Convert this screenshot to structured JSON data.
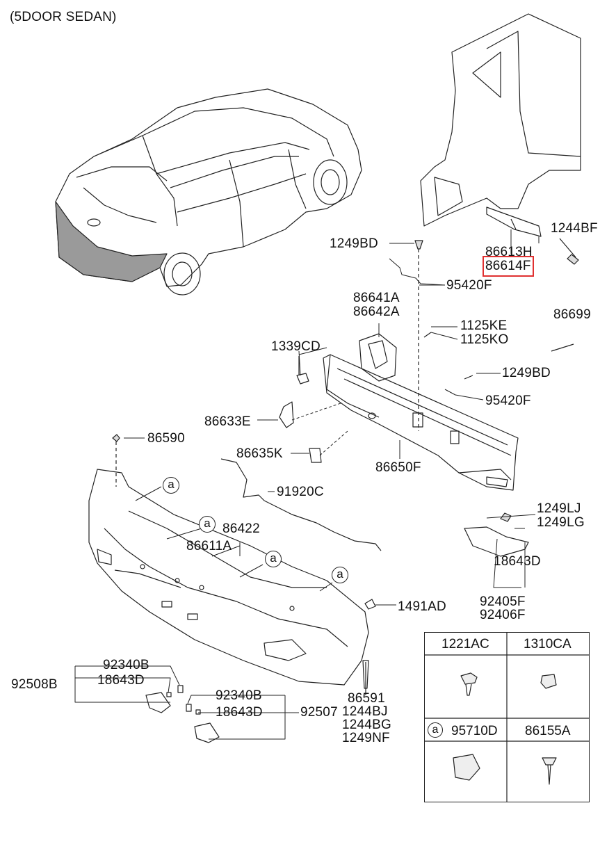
{
  "title": "(5DOOR SEDAN)",
  "parts": {
    "p1249BD_top": "1249BD",
    "p1244BF": "1244BF",
    "p86613H": "86613H",
    "p86614F": "86614F",
    "p95420F_top": "95420F",
    "p86641A": "86641A",
    "p86642A": "86642A",
    "p1125KE": "1125KE",
    "p1125KO": "1125KO",
    "p86699": "86699",
    "p1339CD": "1339CD",
    "p1249BD_mid": "1249BD",
    "p95420F_mid": "95420F",
    "p86633E": "86633E",
    "p86590": "86590",
    "p86635K": "86635K",
    "p86650F": "86650F",
    "p91920C": "91920C",
    "p1249LJ": "1249LJ",
    "p1249LG": "1249LG",
    "p86422": "86422",
    "p86611A": "86611A",
    "p18643D_right": "18643D",
    "p92405F": "92405F",
    "p92406F": "92406F",
    "p1491AD": "1491AD",
    "p92340B_a": "92340B",
    "p92508B": "92508B",
    "p18643D_a": "18643D",
    "p92340B_b": "92340B",
    "p18643D_b": "18643D",
    "p92507": "92507",
    "p86591": "86591",
    "p1244BJ": "1244BJ",
    "p1244BG": "1244BG",
    "p1249NF": "1249NF"
  },
  "callout": "a",
  "highlight_color": "#e03030",
  "legend": {
    "c1": "1221AC",
    "c2": "1310CA",
    "c3": "95710D",
    "c4": "86155A",
    "c3_marker": "a"
  }
}
